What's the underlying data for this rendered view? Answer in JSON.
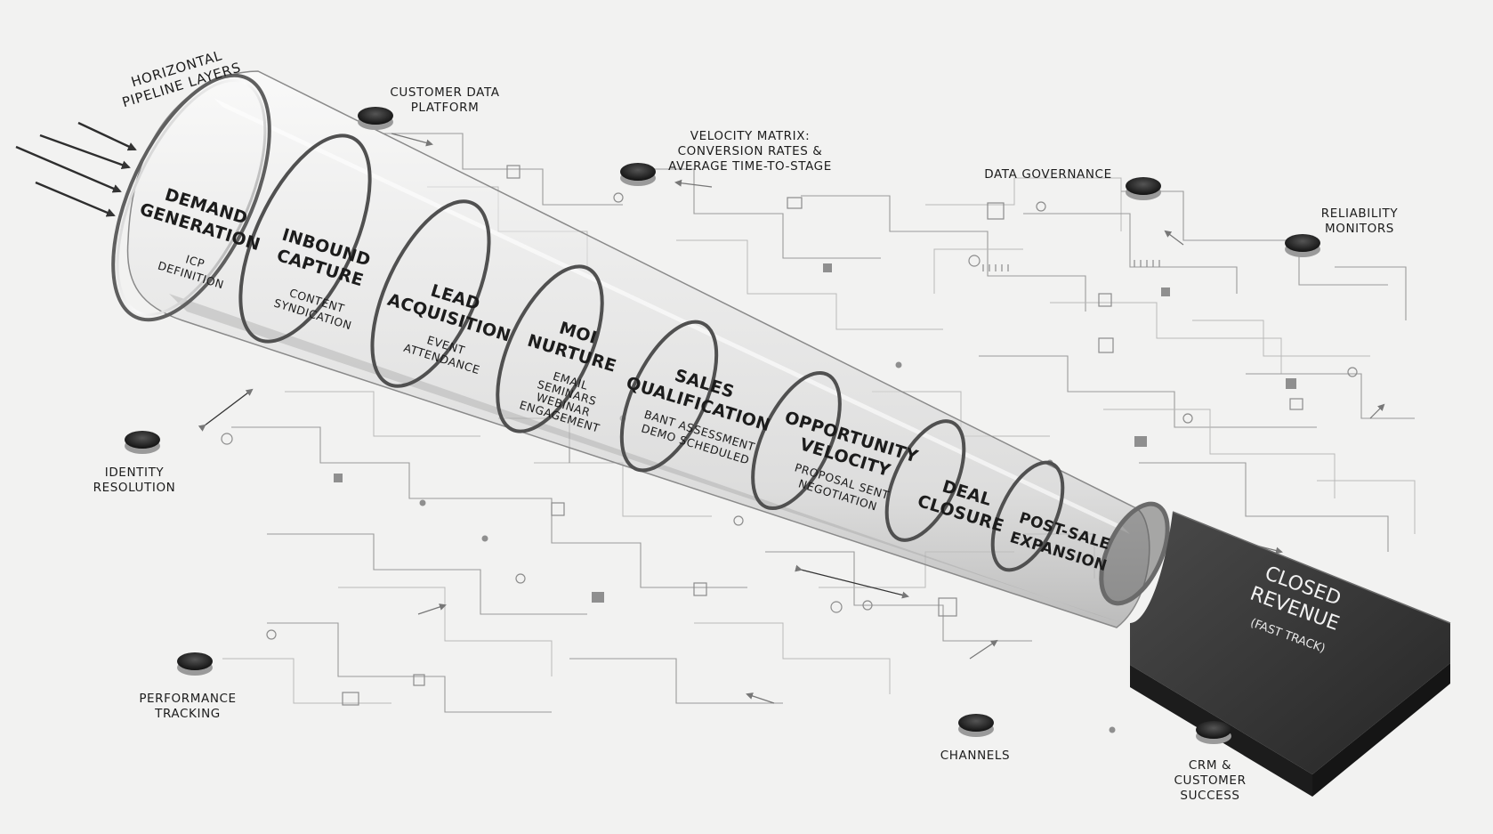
{
  "header_label": "HORIZONTAL\nPIPELINE LAYERS",
  "stages": [
    {
      "title": "DEMAND\nGENERATION",
      "sub": "ICP\nDEFINITION"
    },
    {
      "title": "INBOUND\nCAPTURE",
      "sub": "CONTENT\nSYNDICATION"
    },
    {
      "title": "LEAD\nACQUISITION",
      "sub": "EVENT\nATTENDANCE"
    },
    {
      "title": "MOI\nNURTURE",
      "sub": "EMAIL\nSEMINARS\nWEBINAR\nENGAGEMENT"
    },
    {
      "title": "SALES\nQUALIFICATION",
      "sub": "BANT ASSESSMENT\nDEMO SCHEDULED"
    },
    {
      "title": "OPPORTUNITY\nVELOCITY",
      "sub": "PROPOSAL SENT\nNEGOTIATION"
    },
    {
      "title": "DEAL\nCLOSURE",
      "sub": ""
    },
    {
      "title": "POST-SALE\nEXPANSION",
      "sub": ""
    }
  ],
  "output": {
    "title": "CLOSED\nREVENUE",
    "sub": "(FAST TRACK)"
  },
  "nodes": [
    {
      "id": "customer-data-platform",
      "label": "CUSTOMER DATA\nPLATFORM"
    },
    {
      "id": "velocity-matrix",
      "label": "VELOCITY MATRIX:\nCONVERSION RATES &\nAVERAGE TIME-TO-STAGE"
    },
    {
      "id": "data-governance",
      "label": "DATA GOVERNANCE"
    },
    {
      "id": "reliability-monitors",
      "label": "RELIABILITY\nMONITORS"
    },
    {
      "id": "identity-resolution",
      "label": "IDENTITY\nRESOLUTION"
    },
    {
      "id": "performance-tracking",
      "label": "PERFORMANCE\nTRACKING"
    },
    {
      "id": "channels",
      "label": "CHANNELS"
    },
    {
      "id": "crm-customer-success",
      "label": "CRM &\nCUSTOMER\nSUCCESS"
    }
  ],
  "colors": {
    "background": "#f2f2f1",
    "ink": "#1c1c1c",
    "output_block": "#2e2e2e",
    "traces": "#9a9a9a"
  }
}
